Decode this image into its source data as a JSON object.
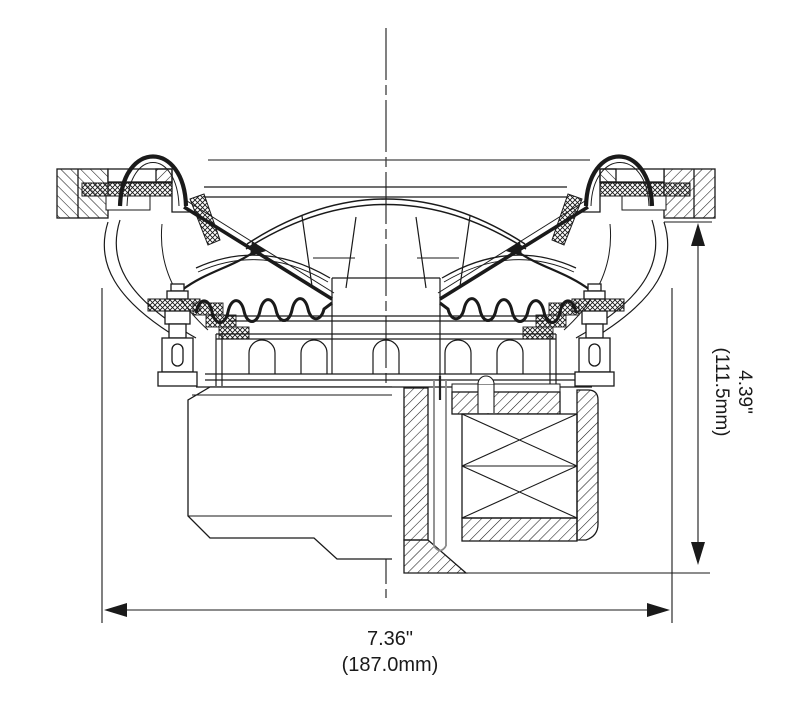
{
  "diagram": {
    "title": "speaker driver cross-section technical drawing",
    "type": "dimensioned engineering section view",
    "colors": {
      "line": "#1a1a1a",
      "background": "#ffffff"
    },
    "dimensions": {
      "height": {
        "inches": "4.39\"",
        "mm": "(111.5mm)"
      },
      "width": {
        "inches": "7.36\"",
        "mm": "(187.0mm)"
      }
    }
  }
}
